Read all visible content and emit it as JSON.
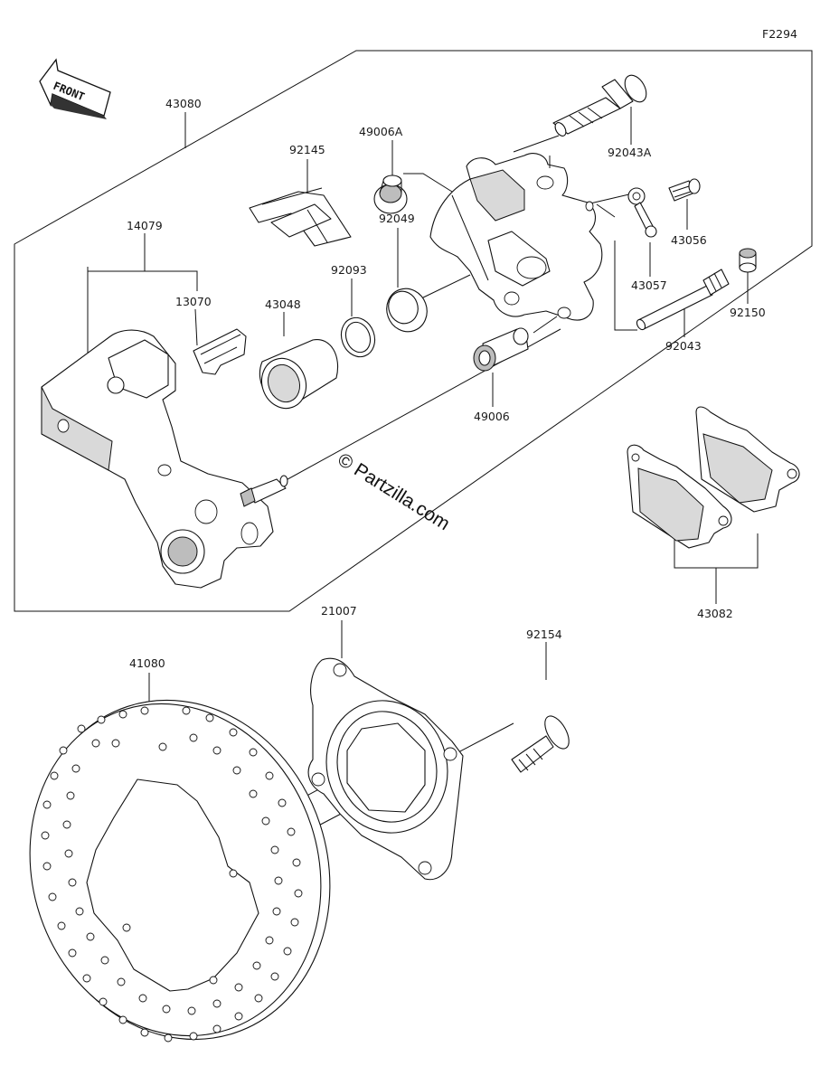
{
  "figure_code": "F2294",
  "front_arrow_label": "FRONT",
  "watermark": "© Partzilla.com",
  "parts": [
    {
      "id": "p43080",
      "number": "43080"
    },
    {
      "id": "p92145",
      "number": "92145"
    },
    {
      "id": "p49006A",
      "number": "49006A"
    },
    {
      "id": "p92043A",
      "number": "92043A"
    },
    {
      "id": "p14079",
      "number": "14079"
    },
    {
      "id": "p92049",
      "number": "92049"
    },
    {
      "id": "p43056",
      "number": "43056"
    },
    {
      "id": "p13070",
      "number": "13070"
    },
    {
      "id": "p92093",
      "number": "92093"
    },
    {
      "id": "p43048",
      "number": "43048"
    },
    {
      "id": "p43057",
      "number": "43057"
    },
    {
      "id": "p92150",
      "number": "92150"
    },
    {
      "id": "p92043",
      "number": "92043"
    },
    {
      "id": "p49006",
      "number": "49006"
    },
    {
      "id": "p43082",
      "number": "43082"
    },
    {
      "id": "p21007",
      "number": "21007"
    },
    {
      "id": "p92154",
      "number": "92154"
    },
    {
      "id": "p41080",
      "number": "41080"
    }
  ]
}
